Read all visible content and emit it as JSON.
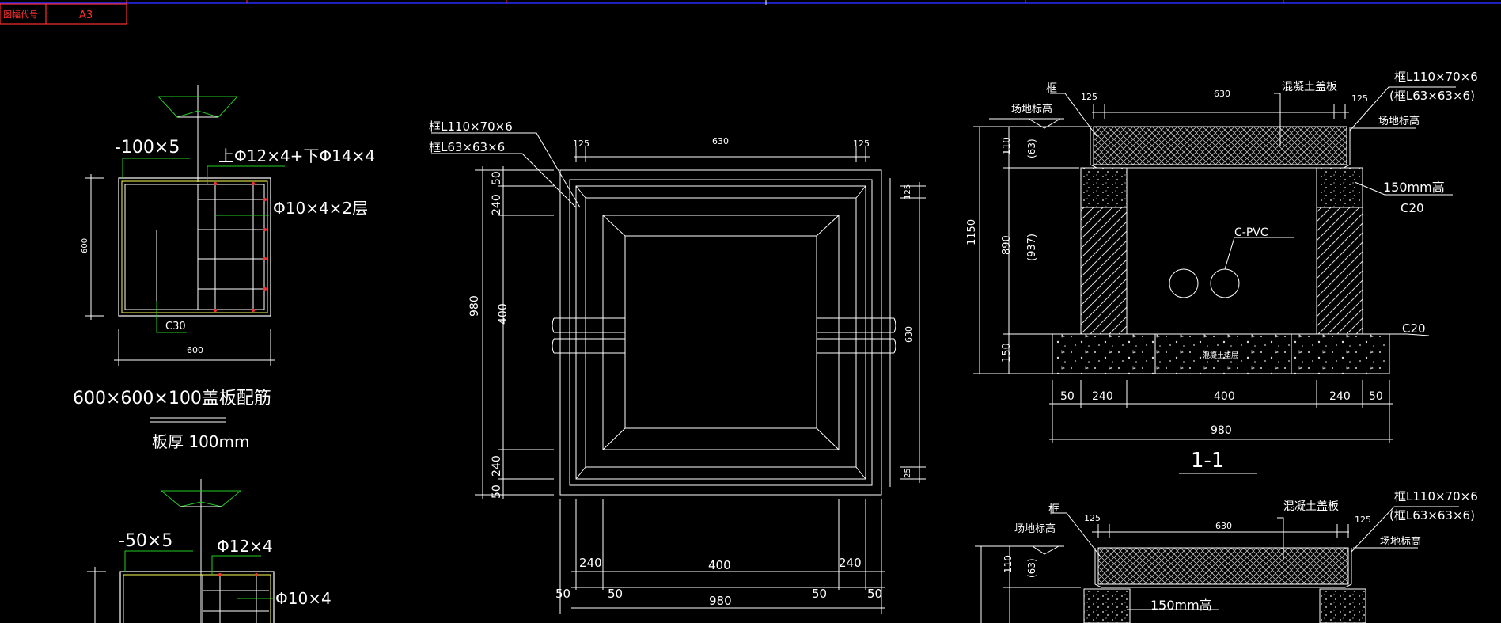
{
  "title_block": {
    "label": "图幅代号",
    "value": "A3"
  },
  "detail_left": {
    "plate_label": "-100×5",
    "rebar_top": "上Φ12×4+下Φ14×4",
    "rebar_mid": "Φ10×4×2层",
    "dim_height": "600",
    "dim_width": "600",
    "concrete": "C30",
    "caption": "600×600×100盖板配筋",
    "caption_sub": "板厚 100mm"
  },
  "detail_left2": {
    "plate_label": "-50×5",
    "rebar_top": "Φ12×4",
    "rebar_mid": "Φ10×4"
  },
  "plan": {
    "frame_label_1": "框L110×70×6",
    "frame_label_2": "框L63×63×6",
    "top_dims": [
      "125",
      "630",
      "125"
    ],
    "left_dims": [
      "50",
      "240",
      "980",
      "400",
      "240",
      "50"
    ],
    "right_dims": [
      "125",
      "630",
      "25"
    ],
    "bottom_dims": [
      "240",
      "400",
      "240",
      "50",
      "50",
      "50",
      "50",
      "980"
    ]
  },
  "section": {
    "frame_label_1": "框L110×70×6",
    "frame_label_2": "(框L63×63×6)",
    "frame": "框",
    "ground_left": "场地标高",
    "ground_right": "场地标高",
    "cover": "混凝土盖板",
    "top_dims": [
      "125",
      "630",
      "125"
    ],
    "left_dims": [
      "110",
      "(63)",
      "1150",
      "890",
      "(937)",
      "150"
    ],
    "bottom_dims": [
      "50",
      "240",
      "400",
      "240",
      "50",
      "980"
    ],
    "curb": "150mm高",
    "curb_grade": "C20",
    "pipe": "C-PVC",
    "base_grade": "C20",
    "base_text": "混凝土垫层",
    "section_title": "1-1"
  },
  "section2": {
    "frame_label_1": "框L110×70×6",
    "frame_label_2": "(框L63×63×6)",
    "frame": "框",
    "ground_left": "场地标高",
    "ground_right": "场地标高",
    "cover": "混凝土盖板",
    "top_dims": [
      "125",
      "630",
      "125"
    ],
    "left_dims": [
      "110",
      "(63)"
    ],
    "curb": "150mm高"
  }
}
